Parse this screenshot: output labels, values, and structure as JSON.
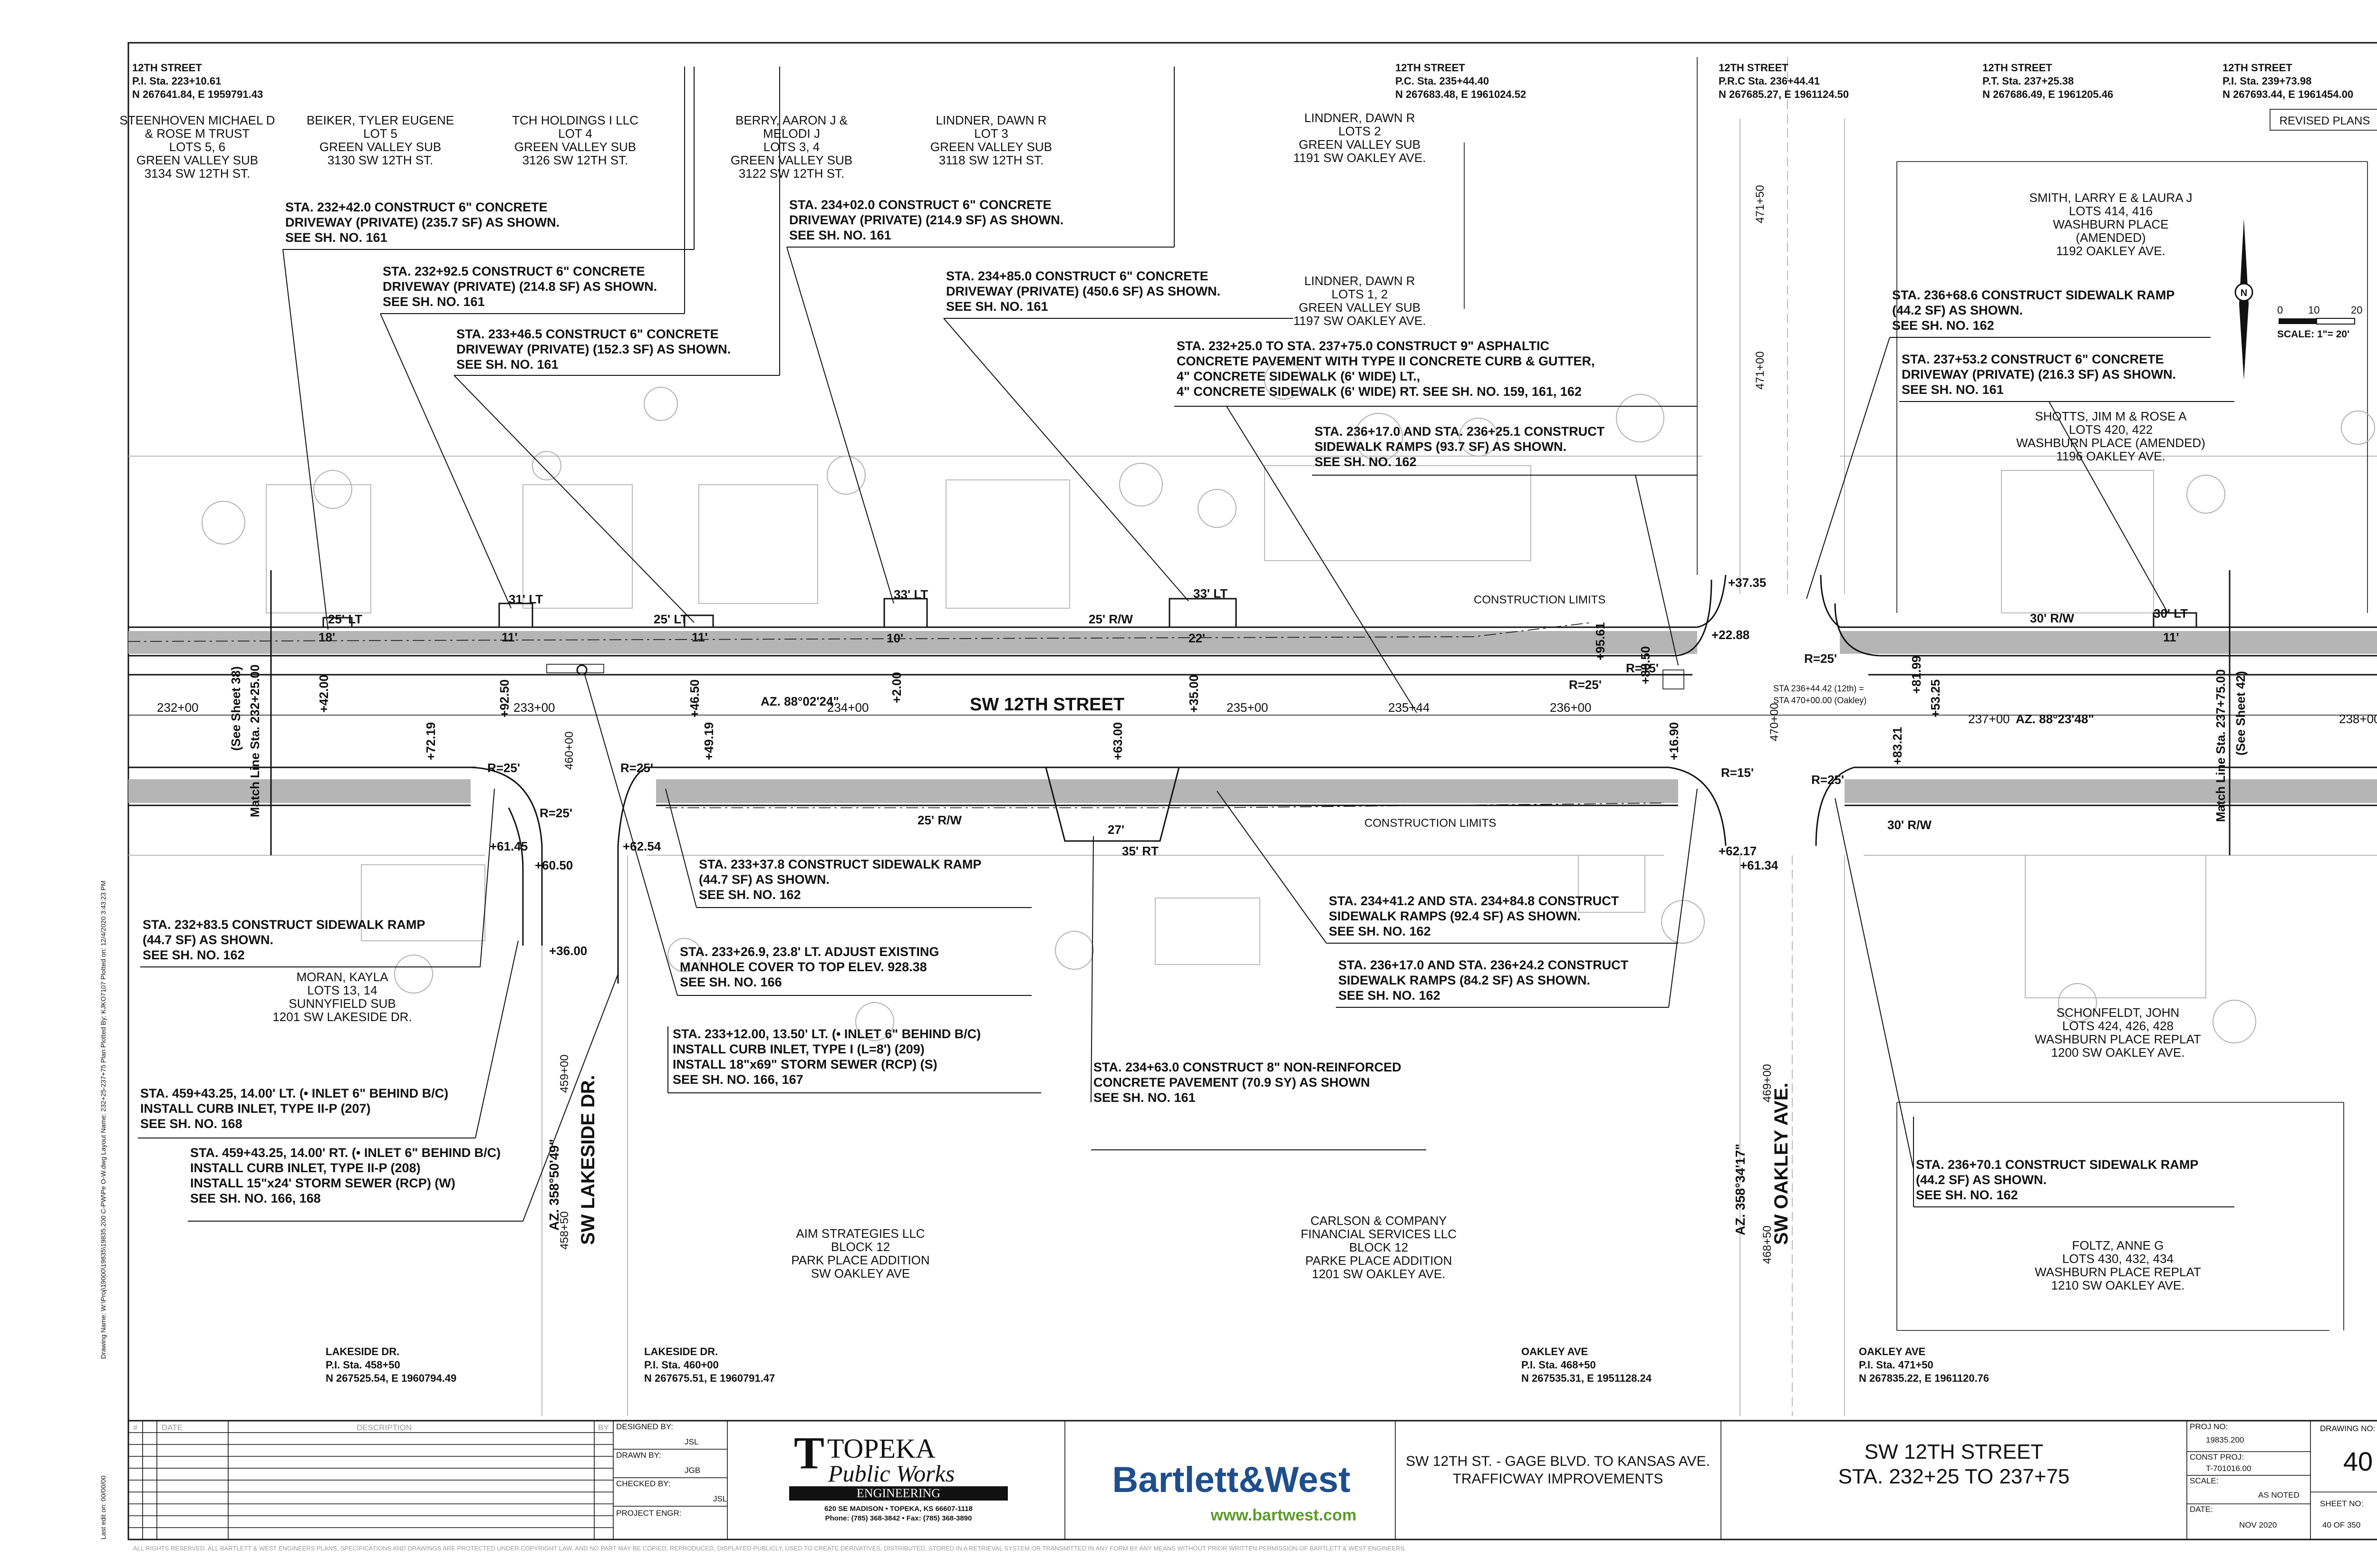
{
  "pi_headers": [
    {
      "l1": "12TH STREET",
      "l2": "P.I. Sta. 223+10.61",
      "l3": "N 267641.84, E 1959791.43"
    },
    {
      "l1": "12TH STREET",
      "l2": "P.C. Sta. 235+44.40",
      "l3": "N 267683.48, E 1961024.52"
    },
    {
      "l1": "12TH STREET",
      "l2": "P.R.C Sta. 236+44.41",
      "l3": "N 267685.27, E 1961124.50"
    },
    {
      "l1": "12TH STREET",
      "l2": "P.T. Sta. 237+25.38",
      "l3": "N 267686.49, E 1961205.46"
    },
    {
      "l1": "12TH STREET",
      "l2": "P.I. Sta. 239+73.98",
      "l3": "N 267693.44, E 1961454.00"
    }
  ],
  "pi_footers": [
    {
      "l1": "LAKESIDE DR.",
      "l2": "P.I. Sta. 458+50",
      "l3": "N 267525.54, E 1960794.49"
    },
    {
      "l1": "LAKESIDE DR.",
      "l2": "P.I. Sta. 460+00",
      "l3": "N 267675.51, E 1960791.47"
    },
    {
      "l1": "OAKLEY AVE",
      "l2": "P.I. Sta. 468+50",
      "l3": "N 267535.31, E 1951128.24"
    },
    {
      "l1": "OAKLEY AVE",
      "l2": "P.I. Sta. 471+50",
      "l3": "N 267835.22, E 1961120.76"
    }
  ],
  "revised": "REVISED PLANS",
  "owners": [
    [
      "STEENHOVEN MICHAEL D",
      "& ROSE M TRUST",
      "LOTS 5, 6",
      "GREEN VALLEY SUB",
      "3134 SW 12TH ST."
    ],
    [
      "BEIKER, TYLER EUGENE",
      "LOT 5",
      "GREEN VALLEY SUB",
      "3130 SW 12TH ST."
    ],
    [
      "TCH HOLDINGS I  LLC",
      "LOT 4",
      "GREEN VALLEY SUB",
      "3126 SW 12TH ST."
    ],
    [
      "BERRY, AARON J &",
      "MELODI J",
      "LOTS 3, 4",
      "GREEN VALLEY SUB",
      "3122 SW 12TH ST."
    ],
    [
      "LINDNER, DAWN R",
      "LOT 3",
      "GREEN VALLEY SUB",
      "3118 SW 12TH ST."
    ],
    [
      "LINDNER, DAWN R",
      "LOTS 2",
      "GREEN VALLEY SUB",
      "1191 SW OAKLEY AVE."
    ],
    [
      "LINDNER, DAWN R",
      "LOTS 1, 2",
      "GREEN VALLEY SUB",
      "1197 SW OAKLEY AVE."
    ],
    [
      "SMITH, LARRY E & LAURA J",
      "LOTS 414, 416",
      "WASHBURN PLACE",
      "(AMENDED)",
      "1192 OAKLEY AVE."
    ],
    [
      "SHOTTS, JIM M & ROSE A",
      "LOTS 420, 422",
      "WASHBURN PLACE (AMENDED)",
      "1196 OAKLEY AVE."
    ],
    [
      "MORAN, KAYLA",
      "LOTS 13, 14",
      "SUNNYFIELD SUB",
      "1201 SW LAKESIDE DR."
    ],
    [
      "SCHONFELDT, JOHN",
      "LOTS 424, 426, 428",
      "WASHBURN PLACE REPLAT",
      "1200 SW OAKLEY AVE."
    ],
    [
      "AIM STRATEGIES LLC",
      "BLOCK 12",
      "PARK PLACE ADDITION",
      "SW OAKLEY AVE"
    ],
    [
      "CARLSON & COMPANY",
      "FINANCIAL SERVICES LLC",
      "BLOCK 12",
      "PARKE PLACE ADDITION",
      "1201 SW OAKLEY AVE."
    ],
    [
      "FOLTZ, ANNE G",
      "LOTS 430, 432, 434",
      "WASHBURN PLACE REPLAT",
      "1210 SW OAKLEY AVE."
    ]
  ],
  "callouts": [
    [
      "STA. 232+42.0 CONSTRUCT 6\" CONCRETE",
      "DRIVEWAY (PRIVATE) (235.7 SF)  AS SHOWN.",
      "SEE SH. NO. 161"
    ],
    [
      "STA. 232+92.5 CONSTRUCT 6\" CONCRETE",
      "DRIVEWAY (PRIVATE) (214.8 SF)  AS SHOWN.",
      "SEE SH. NO. 161"
    ],
    [
      "STA. 233+46.5 CONSTRUCT 6\" CONCRETE",
      "DRIVEWAY (PRIVATE) (152.3 SF)  AS SHOWN.",
      "SEE SH. NO. 161"
    ],
    [
      "STA. 234+02.0 CONSTRUCT 6\" CONCRETE",
      "DRIVEWAY (PRIVATE) (214.9 SF)  AS SHOWN.",
      "SEE SH. NO. 161"
    ],
    [
      "STA. 234+85.0 CONSTRUCT 6\" CONCRETE",
      "DRIVEWAY (PRIVATE) (450.6 SF)  AS SHOWN.",
      "SEE SH. NO. 161"
    ],
    [
      "STA. 232+25.0 TO STA. 237+75.0 CONSTRUCT 9\" ASPHALTIC",
      "CONCRETE PAVEMENT WITH TYPE II CONCRETE CURB & GUTTER,",
      "4\" CONCRETE SIDEWALK (6' WIDE) LT.,",
      "4\" CONCRETE SIDEWALK (6' WIDE) RT. SEE SH. NO. 159, 161, 162"
    ],
    [
      "STA. 236+17.0 AND STA. 236+25.1 CONSTRUCT",
      "SIDEWALK RAMPS (93.7 SF) AS SHOWN.",
      "SEE SH. NO. 162"
    ],
    [
      "STA. 236+68.6 CONSTRUCT SIDEWALK RAMP",
      "(44.2 SF) AS SHOWN.",
      "SEE SH. NO. 162"
    ],
    [
      "STA. 237+53.2 CONSTRUCT 6\" CONCRETE",
      "DRIVEWAY (PRIVATE) (216.3 SF)  AS SHOWN.",
      "SEE SH. NO. 161"
    ],
    [
      "STA. 233+37.8 CONSTRUCT SIDEWALK RAMP",
      "(44.7 SF) AS SHOWN.",
      "SEE SH. NO. 162"
    ],
    [
      "STA. 232+83.5 CONSTRUCT SIDEWALK RAMP",
      "(44.7 SF) AS SHOWN.",
      "SEE SH. NO. 162"
    ],
    [
      "STA. 233+26.9, 23.8' LT. ADJUST EXISTING",
      "MANHOLE COVER TO TOP ELEV. 928.38",
      "SEE SH. NO. 166"
    ],
    [
      "STA. 234+41.2 AND STA. 234+84.8 CONSTRUCT",
      "SIDEWALK RAMPS (92.4 SF) AS SHOWN.",
      "SEE SH. NO. 162"
    ],
    [
      "STA. 236+17.0 AND STA. 236+24.2 CONSTRUCT",
      "SIDEWALK RAMPS (84.2 SF) AS SHOWN.",
      "SEE SH. NO. 162"
    ],
    [
      "STA. 233+12.00, 13.50' LT. (• INLET 6\" BEHIND B/C)",
      "INSTALL CURB INLET, TYPE I (L=8') (209)",
      "INSTALL 18\"x69\" STORM SEWER (RCP) (S)",
      "SEE SH. NO. 166, 167"
    ],
    [
      "STA. 234+63.0 CONSTRUCT 8\" NON-REINFORCED",
      "CONCRETE PAVEMENT (70.9 SY)  AS SHOWN",
      "SEE SH. NO. 161"
    ],
    [
      "STA. 459+43.25, 14.00' LT. (• INLET 6\" BEHIND B/C)",
      "INSTALL CURB INLET, TYPE II-P (207)",
      "SEE SH. NO. 168"
    ],
    [
      "STA. 459+43.25, 14.00' RT. (• INLET 6\" BEHIND B/C)",
      "INSTALL CURB INLET, TYPE II-P (208)",
      "INSTALL 15\"x24' STORM SEWER (RCP) (W)",
      "SEE SH. NO. 166, 168"
    ],
    [
      "STA. 236+70.1 CONSTRUCT SIDEWALK RAMP",
      "(44.2 SF) AS SHOWN.",
      "SEE SH. NO. 162"
    ]
  ],
  "plan": {
    "street_name": "SW 12TH STREET",
    "azimuth_main": "AZ. 88°02'24\"",
    "azimuth_east": "AZ. 88°23'48\"",
    "lakeside": "SW LAKESIDE DR.",
    "lakeside_az": "AZ. 358°50'49\"",
    "oakley": "SW OAKLEY AVE.",
    "oakley_az": "AZ. 358°34'17\"",
    "match_left": [
      "Match Line Sta. 232+25.00",
      "(See Sheet 38)"
    ],
    "match_right": [
      "Match Line Sta. 237+75.00",
      "(See Sheet 42)"
    ],
    "construction_limits": "CONSTRUCTION LIMITS",
    "stations": [
      "232+00",
      "233+00",
      "234+00",
      "235+00",
      "235+44",
      "236+00",
      "237+00",
      "238+00"
    ],
    "offsets_top": [
      "+42.00",
      "+92.50",
      "+46.50",
      "+2.00",
      "+35.00",
      "+95.61",
      "+88.50"
    ],
    "offsets_bottom": [
      "+72.19",
      "+49.19",
      "+63.00",
      "+16.90",
      "+83.21",
      "+81.99",
      "+53.25"
    ],
    "side_labels": [
      "+61.45",
      "+60.50",
      "+62.54",
      "+36.00",
      "+62.17",
      "+61.34",
      "+37.35",
      "+22.88"
    ],
    "dims": [
      "25' LT",
      "18'",
      "31' LT",
      "11'",
      "25' LT",
      "11'",
      "33' LT",
      "10'",
      "33' LT",
      "22'",
      "25' R/W",
      "25' R/W",
      "27'",
      "35' RT",
      "30' R/W",
      "30' R/W",
      "30' LT",
      "11'",
      "R=25'",
      "R=25'",
      "R=25'",
      "R=25'",
      "R=15'",
      "R=15'",
      "R=25'"
    ],
    "small_notes": [
      "STA 236+44.42 (12th) =",
      "STA 470+00.00 (Oakley)"
    ],
    "oakley_stations": [
      "471+50",
      "471+00",
      "470+00",
      "469+00",
      "468+50"
    ],
    "lakeside_stations": [
      "460+00",
      "459+00",
      "458+50"
    ],
    "scale": {
      "label": "SCALE:  1\"= 20'",
      "t0": "0",
      "t1": "10",
      "t2": "20"
    }
  },
  "side_text": "Drawing Name: W:\\Proj\\19000\\19835\\19835.200 C-PW\\Pe O-W.dwg   Layout Name: 232+25-237+75 Plan Plotted By: KJKO7107 Plotted on: 12/4/2020 3:43:23 PM",
  "side_text2": "Last edit on: 00/00/00",
  "titleblock": {
    "rev_hdr": [
      "#",
      "DATE",
      "DESCRIPTION",
      "BY"
    ],
    "designed_by": "DESIGNED BY:",
    "designed_val": "JSL",
    "drawn_by": "DRAWN BY:",
    "drawn_val": "JGB",
    "checked_by": "CHECKED BY:",
    "checked_val": "JSL",
    "project_engr": "PROJECT ENGR:",
    "topeka1": "TOPEKA",
    "topeka2": "Public Works",
    "topeka3": "ENGINEERING",
    "topeka4": "620 SE MADISON • TOPEKA, KS 66607-1118",
    "topeka5": "Phone: (785) 368-3842 • Fax: (785) 368-3890",
    "bw": "Bartlett&West",
    "bw_url": "www.bartwest.com",
    "project1": "SW 12TH ST. - GAGE BLVD. TO KANSAS AVE.",
    "project2": "TRAFFICWAY IMPROVEMENTS",
    "sheet_title1": "SW 12TH STREET",
    "sheet_title2": "STA. 232+25 TO 237+75",
    "proj_no_lbl": "PROJ NO:",
    "proj_no": "19835.200",
    "const_proj_lbl": "CONST PROJ:",
    "const_proj": "T-701016.00",
    "scale_lbl": "SCALE:",
    "scale_val": "AS NOTED",
    "date_lbl": "DATE:",
    "date_val": "NOV 2020",
    "drawing_no_lbl": "DRAWING NO:",
    "drawing_no": "40",
    "sheet_no_lbl": "SHEET NO:",
    "sheet_no": "40  OF  350"
  },
  "copyright": "ALL RIGHTS RESERVED.  ALL BARTLETT & WEST ENGINEERS PLANS, SPECIFICATIONS AND DRAWINGS ARE PROTECTED UNDER COPYRIGHT LAW, AND NO PART MAY BE COPIED, REPRODUCED, DISPLAYED PUBLICLY, USED TO CREATE DERIVATIVES, DISTRIBUTED, STORED IN A RETRIEVAL SYSTEM OR TRANSMITTED IN ANY FORM BY ANY MEANS WITHOUT PRIOR WRITTEN PERMISSION OF BARTLETT & WEST ENGINEERS."
}
